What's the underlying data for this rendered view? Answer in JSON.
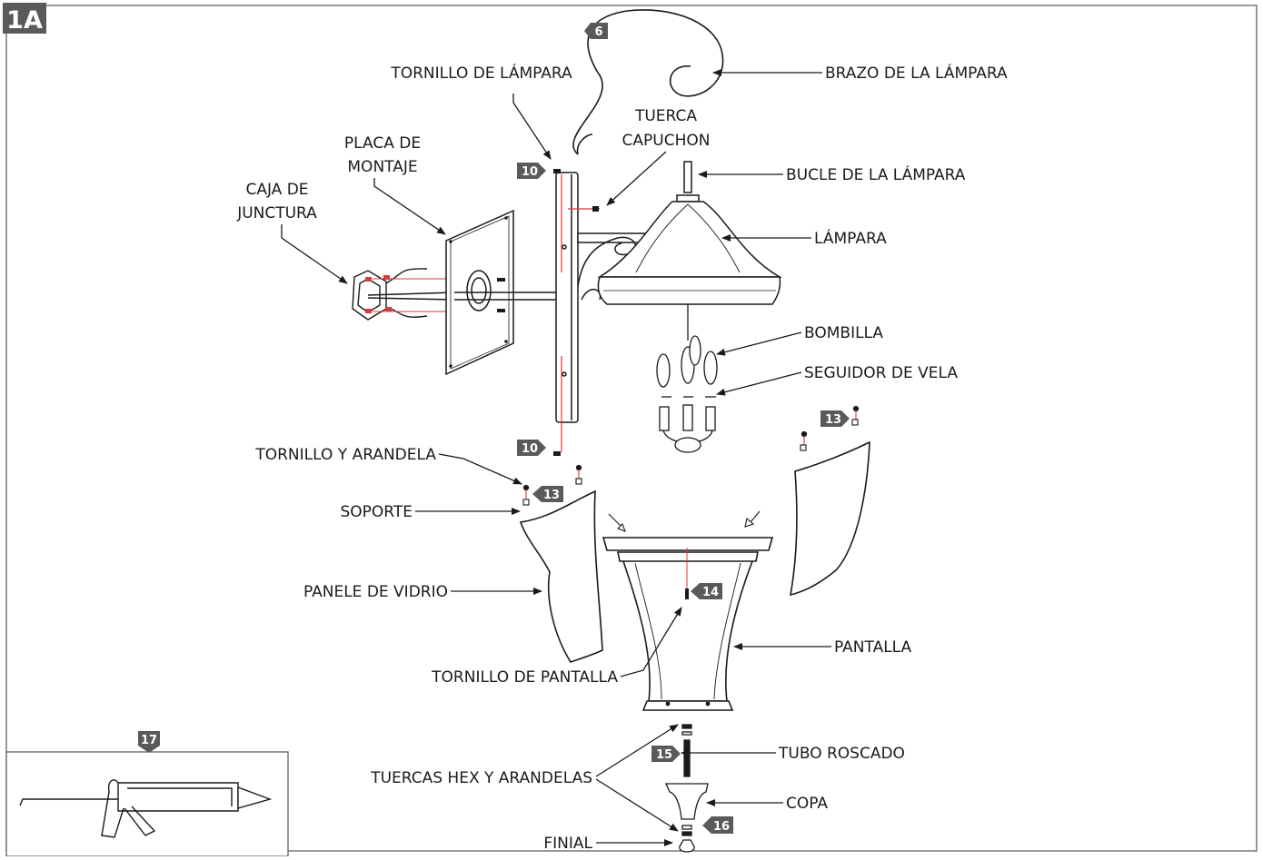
{
  "figure_label": "1A",
  "badges": {
    "arm": "6",
    "screw_top": "10",
    "screw_bottom": "10",
    "bracket_left": "13",
    "bracket_right": "13",
    "shade_screw": "14",
    "rod": "15",
    "cup": "16",
    "caulk": "17"
  },
  "labels": {
    "brazo": "BRAZO DE LA LÁMPARA",
    "tornillo_lampara": "TORNILLO DE LÁMPARA",
    "tuerca_l1": "TUERCA",
    "tuerca_l2": "CAPUCHON",
    "placa_l1": "PLACA DE",
    "placa_l2": "MONTAJE",
    "caja_l1": "CAJA DE",
    "caja_l2": "JUNCTURA",
    "bucle": "BUCLE DE LA LÁMPARA",
    "lampara": "LÁMPARA",
    "bombilla": "BOMBILLA",
    "seguidor": "SEGUIDOR DE VELA",
    "tornillo_arandela": "TORNILLO Y ARANDELA",
    "soporte": "SOPORTE",
    "panele": "PANELE DE VIDRIO",
    "pantalla": "PANTALLA",
    "tornillo_pantalla": "TORNILLO DE PANTALLA",
    "tubo": "TUBO ROSCADO",
    "tuercas_hex": "TUERCAS HEX Y ARANDELAS",
    "copa": "COPA",
    "finial": "FINIAL"
  },
  "colors": {
    "line": "#1a1a1a",
    "badge": "#5a5a5a",
    "hardware_red": "#d9383a"
  }
}
